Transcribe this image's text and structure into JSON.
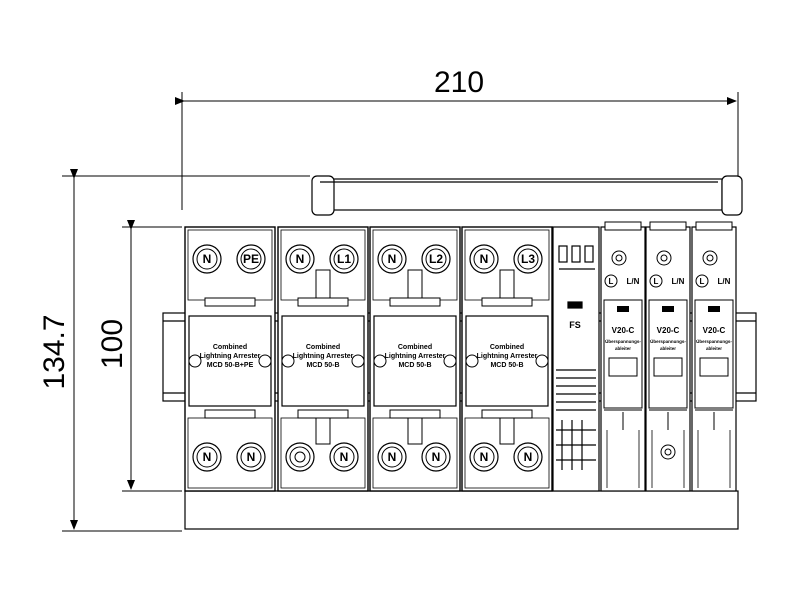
{
  "dimensions": {
    "width": "210",
    "total_height": "134.7",
    "module_height": "100"
  },
  "modules": [
    {
      "top_left": "N",
      "top_right": "PE",
      "bottom_left": "N",
      "bottom_right": "N",
      "line1": "Combined",
      "line2": "Lightning Arrester",
      "line3": "MCD 50-B+PE"
    },
    {
      "top_left": "N",
      "top_right": "L1",
      "bottom_left": "",
      "bottom_right": "N",
      "line1": "Combined",
      "line2": "Lightning Arrester",
      "line3": "MCD 50-B"
    },
    {
      "top_left": "N",
      "top_right": "L2",
      "bottom_left": "N",
      "bottom_right": "N",
      "line1": "Combined",
      "line2": "Lightning Arrester",
      "line3": "MCD 50-B"
    },
    {
      "top_left": "N",
      "top_right": "L3",
      "bottom_left": "N",
      "bottom_right": "N",
      "line1": "Combined",
      "line2": "Lightning Arrester",
      "line3": "MCD 50-B"
    }
  ],
  "fs_module": {
    "label": "FS"
  },
  "spd_modules": [
    {
      "code": "V20-C",
      "terminal_l": "L",
      "terminal_ln": "L/N",
      "sub": "Überspannungs-",
      "sub2": "ableiter"
    },
    {
      "code": "V20-C",
      "terminal_l": "L",
      "terminal_ln": "L/N",
      "sub": "Überspannungs-",
      "sub2": "ableiter"
    },
    {
      "code": "V20-C",
      "terminal_l": "L",
      "terminal_ln": "L/N",
      "sub": "Überspannungs-",
      "sub2": "ableiter"
    }
  ]
}
